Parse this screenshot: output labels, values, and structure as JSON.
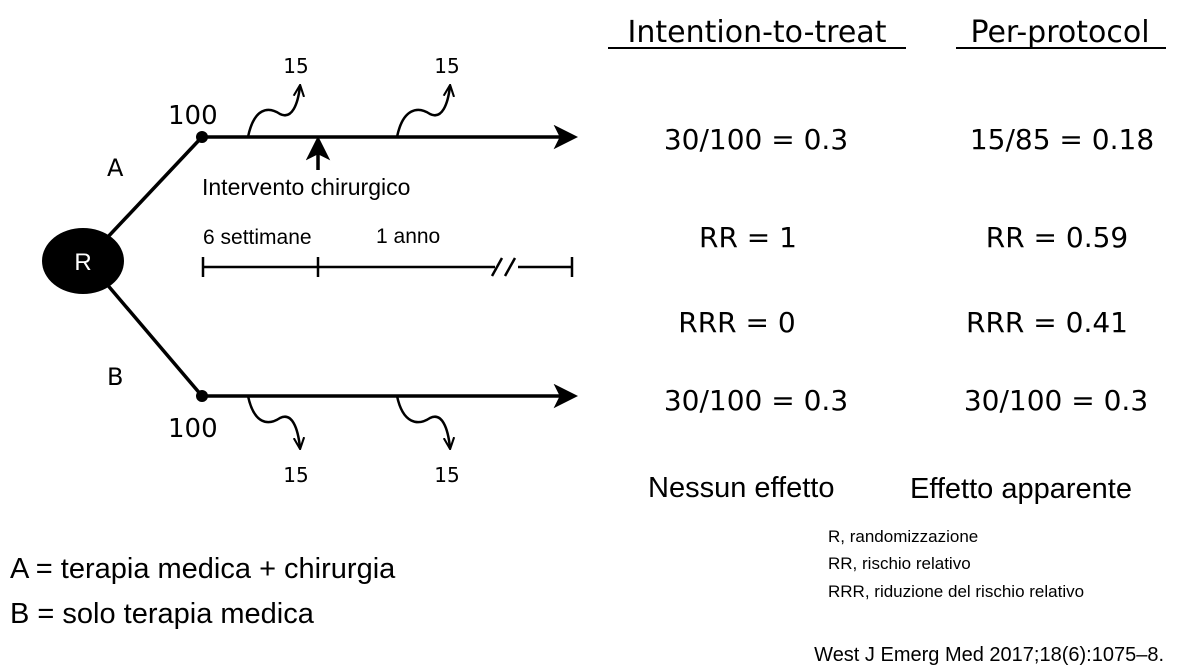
{
  "diagram": {
    "nodes": {
      "randomization": "R",
      "arm_a": "A",
      "arm_b": "B",
      "arm_a_count": "100",
      "arm_b_count": "100"
    },
    "dropouts": {
      "a_first": "15",
      "a_second": "15",
      "b_first": "15",
      "b_second": "15"
    },
    "event_label": "Intervento chirurgico",
    "timeline": {
      "first_label": "6 settimane",
      "second_label": "1 anno"
    }
  },
  "analysis": {
    "itt_header": "Intention-to-treat",
    "pp_header": "Per-protocol",
    "itt_rows": [
      "30/100 = 0.3",
      "RR = 1",
      "RRR = 0",
      "30/100 = 0.3"
    ],
    "pp_rows": [
      "15/85 = 0.18",
      "RR = 0.59",
      "RRR = 0.41",
      "30/100 = 0.3"
    ],
    "itt_conclusion": "Nessun effetto",
    "pp_conclusion": "Effetto apparente"
  },
  "legend": {
    "arm_a_desc": "A = terapia medica + chirurgia",
    "arm_b_desc": "B = solo terapia medica",
    "abbreviations": [
      "R, randomizzazione",
      "RR, rischio relativo",
      "RRR, riduzione del rischio relativo"
    ]
  },
  "citation": "West J Emerg Med 2017;18(6):1075–8."
}
